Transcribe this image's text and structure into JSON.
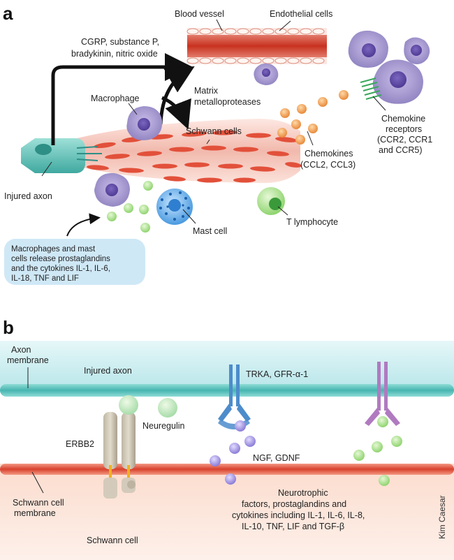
{
  "panel_a": {
    "letter": "a",
    "labels": {
      "blood_vessel": "Blood vessel",
      "endothelial_cells": "Endothelial cells",
      "cgrp_line1": "CGRP, substance P,",
      "cgrp_line2": "bradykinin, nitric oxide",
      "macrophage": "Macrophage",
      "matrix_line1": "Matrix",
      "matrix_line2": "metalloproteases",
      "schwann_cells": "Schwann cells",
      "chemokine_receptors_line1": "Chemokine",
      "chemokine_receptors_line2": "receptors",
      "chemokine_receptors_line3": "(CCR2, CCR1",
      "chemokine_receptors_line4": "and CCR5)",
      "chemokines_line1": "Chemokines",
      "chemokines_line2": "(CCL2, CCL3)",
      "injured_axon": "Injured axon",
      "mast_cell": "Mast cell",
      "t_lymphocyte": "T lymphocyte"
    },
    "callout": "Macrophages and mast\ncells release prostaglandins\nand the cytokines IL-1, IL-6,\nIL-18, TNF and LIF"
  },
  "panel_b": {
    "letter": "b",
    "labels": {
      "axon_membrane_line1": "Axon",
      "axon_membrane_line2": "membrane",
      "injured_axon": "Injured axon",
      "trka": "TRKA, GFR-α-1",
      "neuregulin": "Neuregulin",
      "erbb2": "ERBB2",
      "ngf_gdnf": "NGF, GDNF",
      "schwann_membrane_line1": "Schwann cell",
      "schwann_membrane_line2": "membrane",
      "neurotrophic_line1": "Neurotrophic",
      "neurotrophic_line2": "factors, prostaglandins and",
      "neurotrophic_line3": "cytokines including IL-1, IL-6, IL-8,",
      "neurotrophic_line4": "IL-10, TNF, LIF and TGF-β",
      "schwann_cell": "Schwann cell"
    }
  },
  "credit": "Kim Caesar",
  "colors": {
    "axon_band": "#cdeef0",
    "axon_membrane": "#57c2c0",
    "schwann_membrane": "#e0503c",
    "schwann_bg": "#fbe3d9",
    "macrophage": "#a89bd0",
    "chemokine": "#f0a050",
    "t_cell": "#8cd07a",
    "mast_cell": "#5aa8e0",
    "receptor_blue": "#4d8ccc",
    "receptor_purple": "#b07ac0"
  }
}
